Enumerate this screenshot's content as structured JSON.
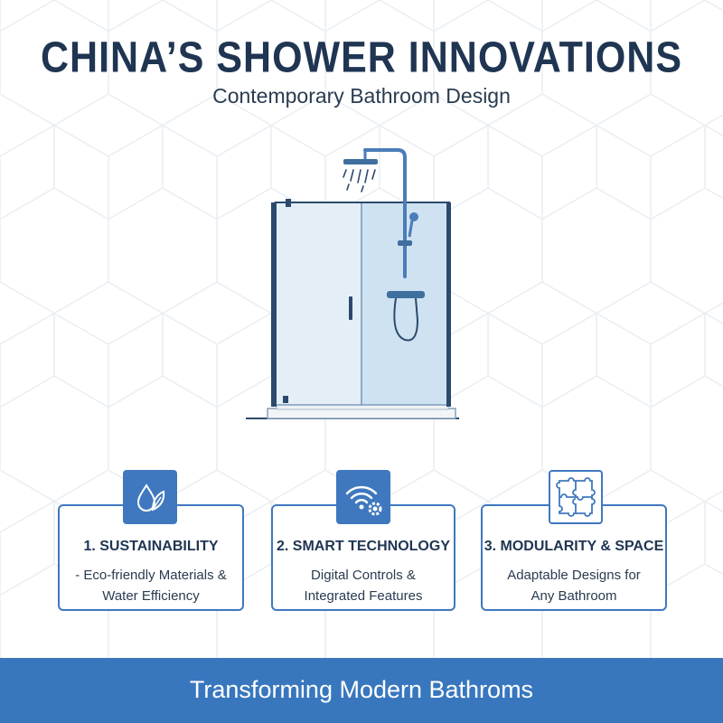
{
  "header": {
    "title": "CHINA’S SHOWER INNOVATIONS",
    "subtitle": "Contemporary Bathroom Design"
  },
  "illustration": {
    "icon": "shower-enclosure-icon"
  },
  "features": [
    {
      "title": "1. SUSTAINABILITY",
      "lines": [
        "- Eco-friendly Materials &",
        "Water Efficiency"
      ],
      "icon": "water-drop-leaf-icon"
    },
    {
      "title": "2. SMART TECHNOLOGY",
      "lines": [
        "Digital Controls &",
        "Integrated Features"
      ],
      "icon": "wifi-gear-icon"
    },
    {
      "title": "3. MODULARITY & SPACE",
      "lines": [
        "Adaptable Designs for",
        "Any Bathroom"
      ],
      "icon": "puzzle-pieces-icon"
    }
  ],
  "footer": {
    "text": "Transforming Modern Bathroms"
  },
  "colors": {
    "accent": "#3f78bf",
    "footer_bg": "#3877bd",
    "title": "#1f3552",
    "glass": "#dbe9f4"
  }
}
